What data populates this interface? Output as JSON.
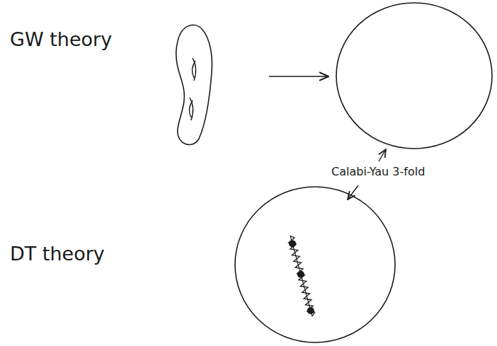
{
  "diagram": {
    "labels": [
      "GW theory",
      "DT theory",
      "Calabi-Yau 3-fold"
    ]
  }
}
